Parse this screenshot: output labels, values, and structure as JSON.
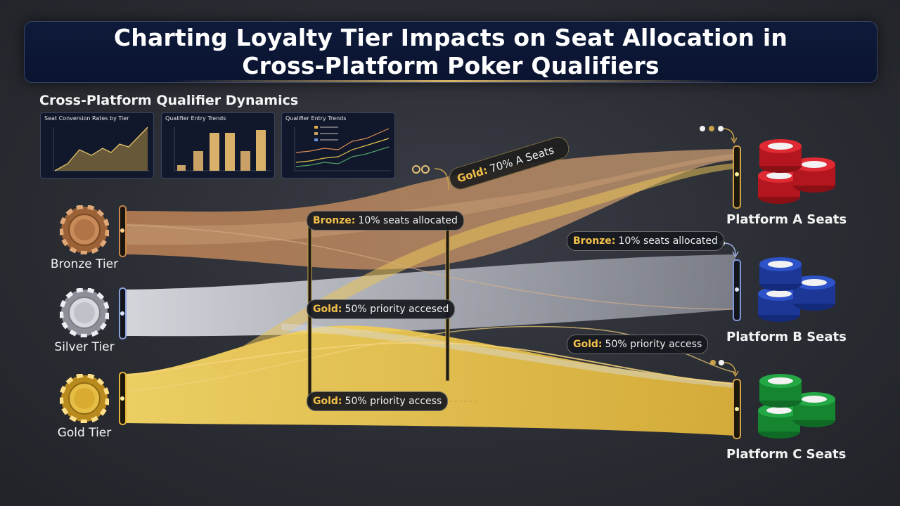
{
  "header": {
    "title_line1": "Charting Loyalty Tier Impacts on Seat Allocation in",
    "title_line2": "Cross-Platform Poker Qualifiers"
  },
  "dashboard": {
    "heading": "Cross-Platform Qualifier Dynamics",
    "charts": [
      {
        "title": "Seat Conversion Rates by Tier"
      },
      {
        "title": "Qualifier Entry Trends"
      },
      {
        "title": "Qualifier Entry Trends"
      }
    ]
  },
  "tiers": [
    {
      "label": "Bronze Tier",
      "color": "#b87a4b"
    },
    {
      "label": "Silver Tier",
      "color": "#c9ccd3"
    },
    {
      "label": "Gold Tier",
      "color": "#e0b23a"
    }
  ],
  "platforms": [
    {
      "label": "Platform A Seats",
      "chip_color": "#d6202a"
    },
    {
      "label": "Platform B Seats",
      "chip_color": "#2344b8"
    },
    {
      "label": "Platform C Seats",
      "chip_color": "#1f9a3a"
    }
  ],
  "callouts": {
    "bronze_mid": {
      "key": "Bronze:",
      "text": "10% seats allocated"
    },
    "gold_a": {
      "key": "Gold:",
      "text": "70% A Seats"
    },
    "bronze_right": {
      "key": "Bronze:",
      "text": "10% seats allocated"
    },
    "gold_mid": {
      "key": "Gold:",
      "text": "50% priority accesed"
    },
    "gold_right": {
      "key": "Gold:",
      "text": "50% priority access"
    },
    "gold_bottom": {
      "key": "Gold:",
      "text": "50% priority access"
    }
  },
  "colors": {
    "bronze_flow": "#c8936a",
    "silver_flow": "#d8dbe2",
    "gold_flow": "#f0cc55",
    "accent_gold": "#f2c04a",
    "banner_bg": "#0f1a3a"
  }
}
